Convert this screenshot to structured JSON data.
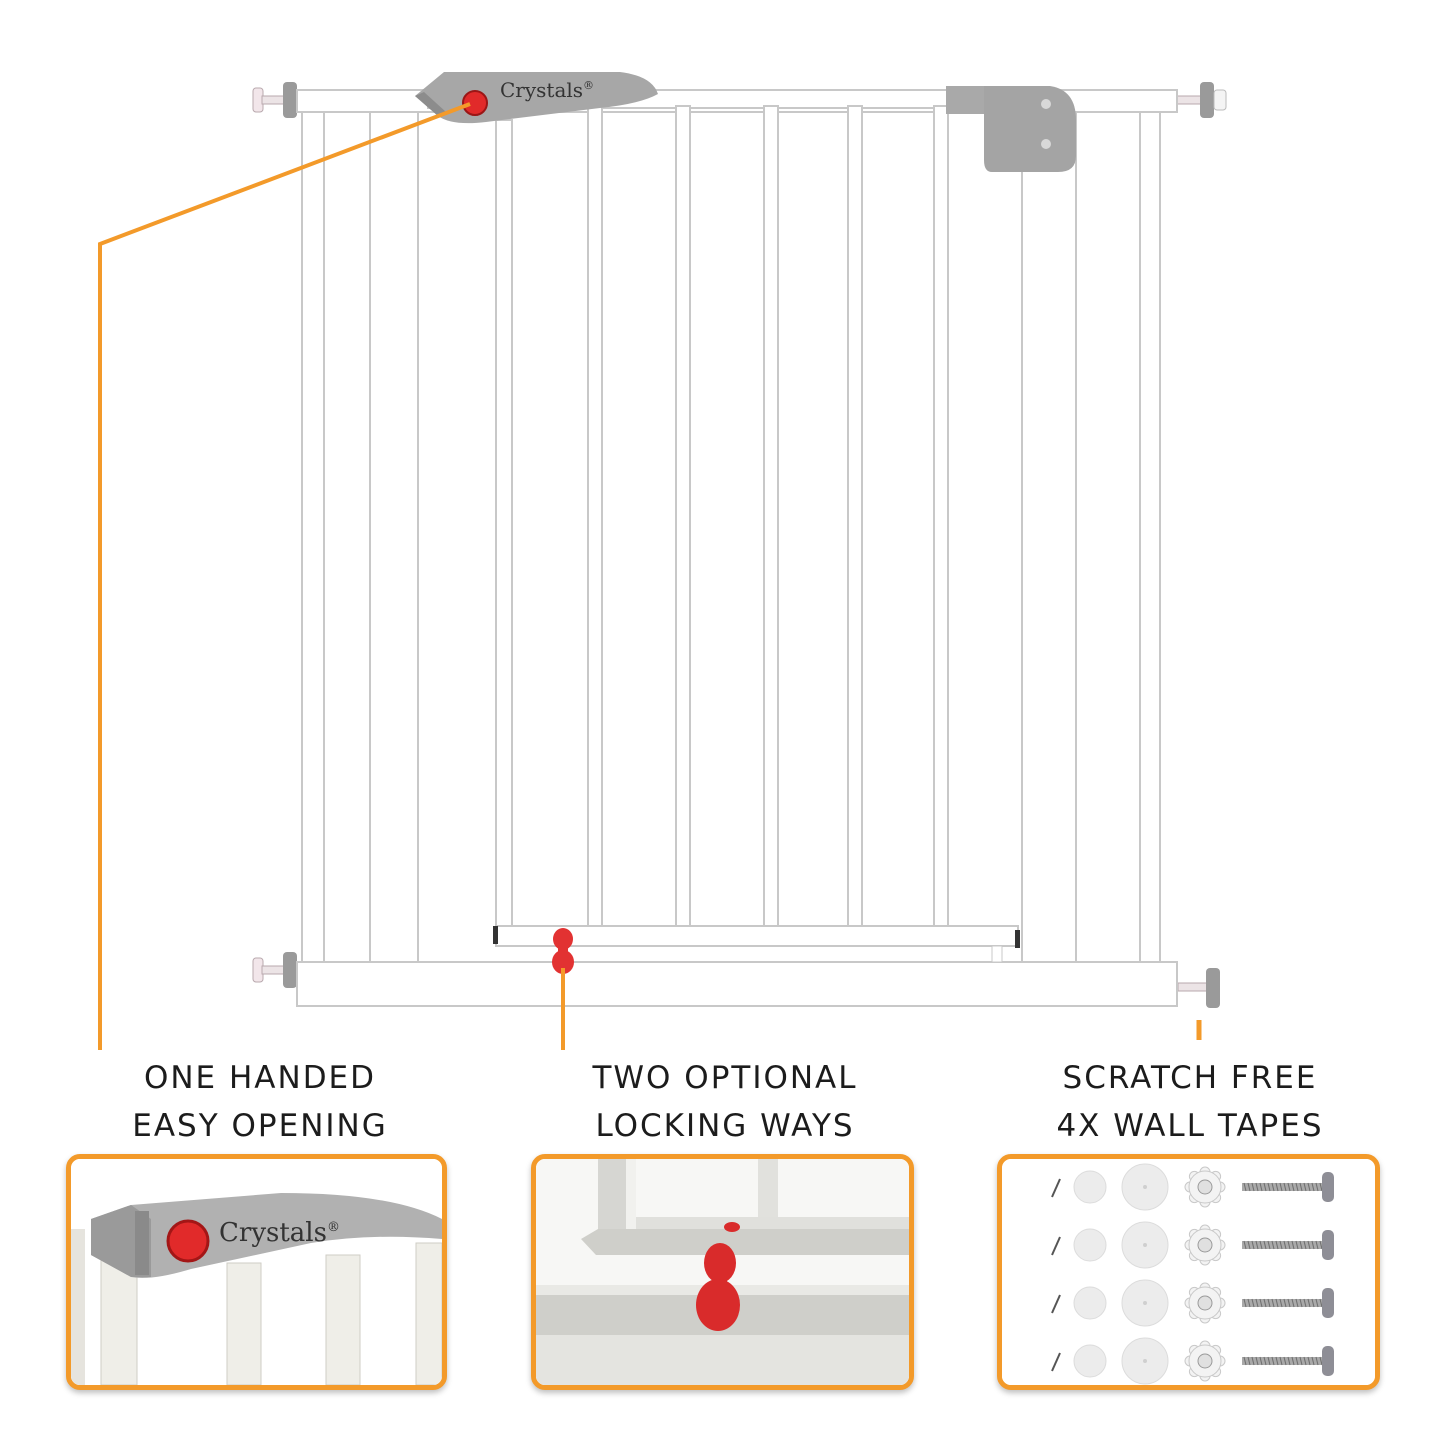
{
  "brand": {
    "name": "Crystals",
    "trademark": "®"
  },
  "colors": {
    "accent": "#f39a2a",
    "gate_frame": "#ffffff",
    "gate_edge": "#c8c8c8",
    "handle_grey": "#a5a5a5",
    "lock_red": "#e12a2a"
  },
  "features": [
    {
      "line1": "ONE HANDED",
      "line2": "EASY OPENING"
    },
    {
      "line1": "TWO OPTIONAL",
      "line2": "LOCKING WAYS"
    },
    {
      "line1": "SCRATCH FREE",
      "line2": "4X WALL TAPES"
    }
  ],
  "hardware_sets": 4,
  "hardware_items": [
    "nail",
    "small-pad",
    "large-pad",
    "cog-washer",
    "threaded-bolt"
  ]
}
